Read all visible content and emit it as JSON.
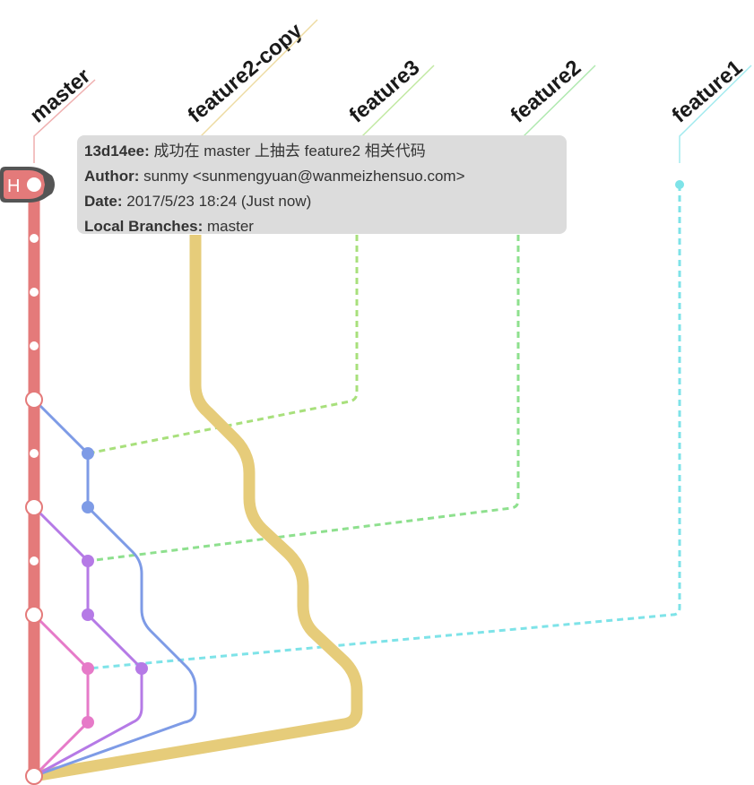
{
  "branches": [
    {
      "name": "master",
      "color": "#e47a7a"
    },
    {
      "name": "feature2-copy",
      "color": "#e6cc7a"
    },
    {
      "name": "feature3",
      "color": "#a8e07c"
    },
    {
      "name": "feature2",
      "color": "#8ee08e"
    },
    {
      "name": "feature1",
      "color": "#7ee3e8"
    }
  ],
  "head_badge": "H",
  "tooltip": {
    "commit_hash": "13d14ee:",
    "commit_message": "成功在 master 上抽去 feature2 相关代码",
    "author_key": "Author:",
    "author_value": "sunmy <sunmengyuan@wanmeizhensuo.com>",
    "date_key": "Date:",
    "date_value": "2017/5/23 18:24 (Just now)",
    "branches_key": "Local Branches:",
    "branches_value": "master"
  },
  "colors": {
    "master": "#e47a7a",
    "feature2_copy": "#e6cc7a",
    "feature3": "#a8e07c",
    "feature2": "#8ee08e",
    "feature1": "#7ee3e8",
    "blue": "#7e9be6",
    "purple": "#b57ae6",
    "pink": "#e67ac8"
  }
}
